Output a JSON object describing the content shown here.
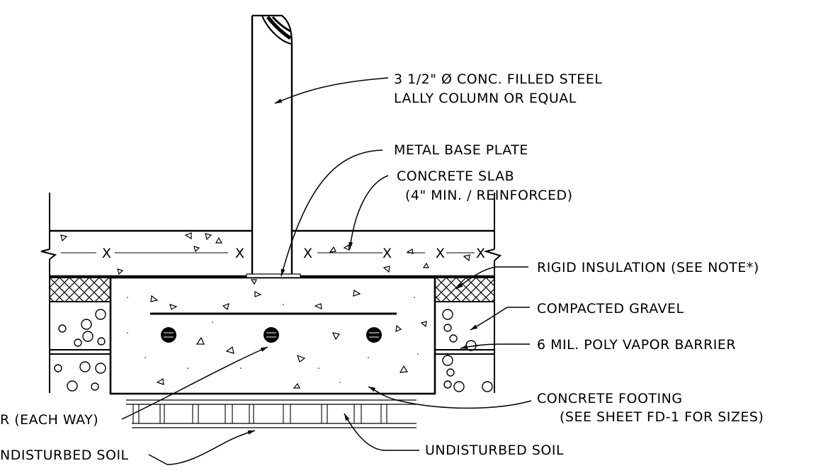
{
  "callouts": {
    "column_line1": "3 1/2\" Ø CONC. FILLED STEEL",
    "column_line2": "LALLY COLUMN OR EQUAL",
    "base_plate": "METAL BASE PLATE",
    "slab_line1": "CONCRETE SLAB",
    "slab_line2": "(4\" MIN. / REINFORCED)",
    "rigid_insulation": "RIGID INSULATION (SEE NOTE*)",
    "gravel": "COMPACTED GRAVEL",
    "vapor_barrier": "6 MIL. POLY VAPOR BARRIER",
    "footing_line1": "CONCRETE FOOTING",
    "footing_line2": "(SEE SHEET FD-1 FOR SIZES)",
    "rebar_partial": "R (EACH WAY)",
    "soil_left_partial": "NDISTURBED SOIL",
    "soil_right": "UNDISTURBED SOIL",
    "slab_x_marks": [
      "X",
      "X",
      "X",
      "X",
      "X",
      "X"
    ]
  },
  "colors": {
    "line": "#000000",
    "background": "#ffffff"
  }
}
